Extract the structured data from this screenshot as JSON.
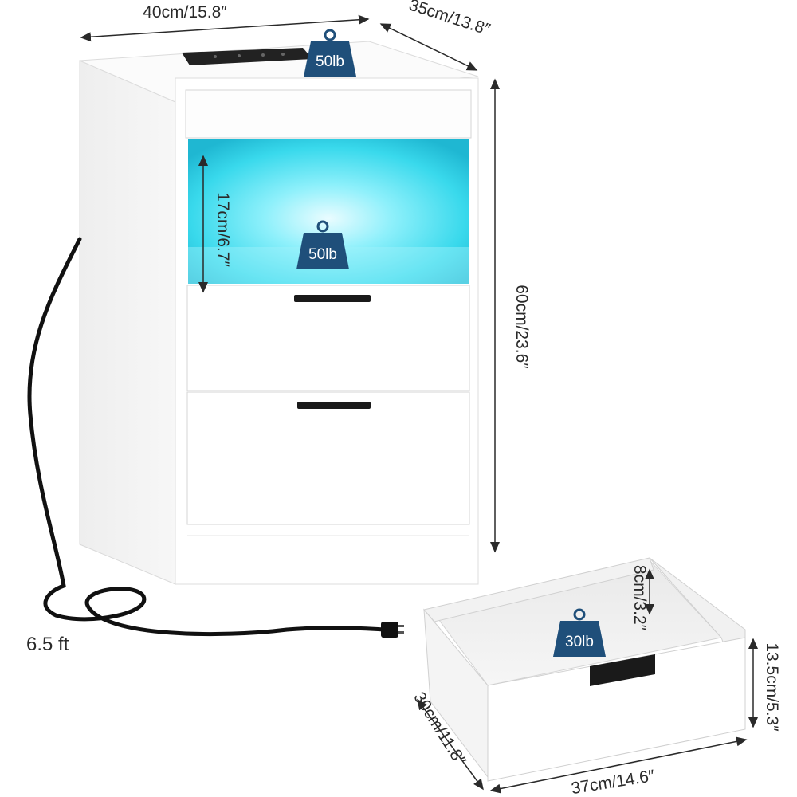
{
  "dimensions": {
    "width": "40cm/15.8″",
    "depth": "35cm/13.8″",
    "height": "60cm/23.6″",
    "open_shelf_height": "17cm/6.7″",
    "drawer_inner_depth": "8cm/3.2″",
    "drawer_height": "13.5cm/5.3″",
    "drawer_length": "30cm/11.8″",
    "drawer_width": "37cm/14.6″"
  },
  "cord_length": "6.5 ft",
  "load_capacity": {
    "top": "50lb",
    "shelf": "50lb",
    "drawer": "30lb"
  },
  "colors": {
    "badge": "#1f4f7a",
    "led": "#35e0f0",
    "cabinet": "#ffffff",
    "handle": "#1a1a1a"
  }
}
